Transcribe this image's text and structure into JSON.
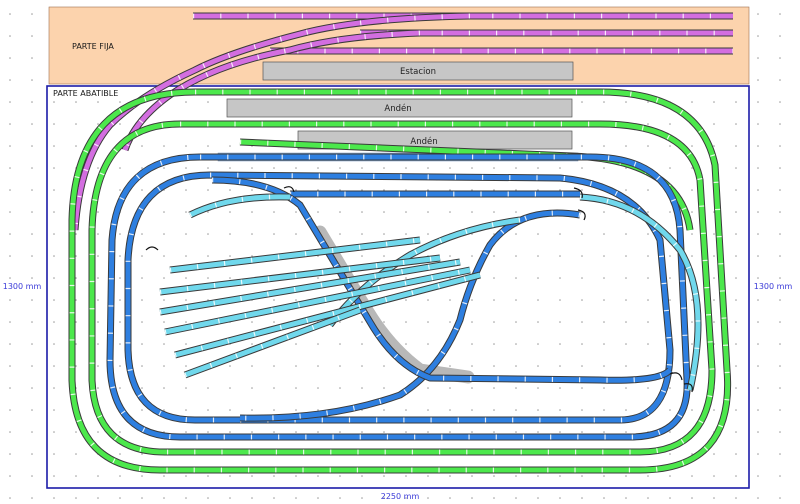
{
  "areas": {
    "fixed_label": "PARTE FIJA",
    "tilting_label": "PARTE ABATIBLE"
  },
  "structures": {
    "station": "Estacion",
    "platform_1": "Andén",
    "platform_2": "Andén"
  },
  "dimensions": {
    "width": "2250 mm",
    "height_left": "1300 mm",
    "height_right": "1300 mm"
  },
  "colors": {
    "fixed_area": "#fcd3ad",
    "frame": "#1c1ca8",
    "track_green": "#4ce84c",
    "track_magenta": "#d36ee0",
    "track_blue": "#2e7fe0",
    "track_light_blue": "#70d8ec",
    "platform": "#c6c6c6",
    "grid_dot": "#9a9a9a"
  }
}
